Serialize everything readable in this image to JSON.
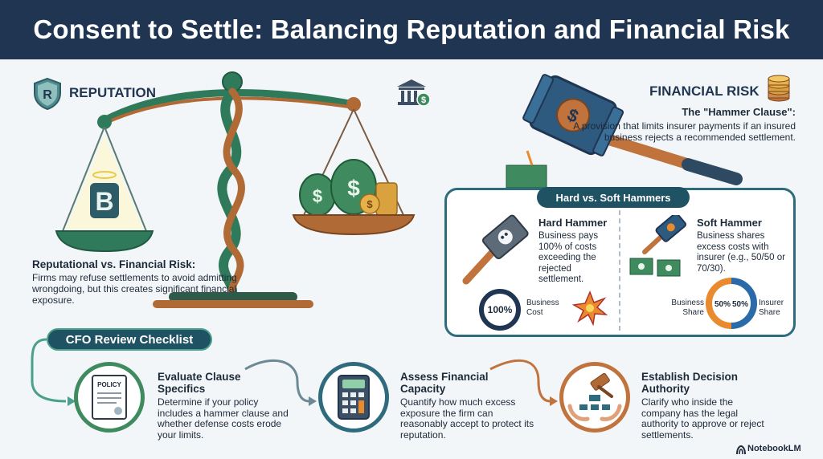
{
  "header": {
    "title": "Consent to Settle: Balancing Reputation and Financial Risk"
  },
  "reputation": {
    "label": "REPUTATION",
    "shield_letter": "R",
    "title": "Reputational vs. Financial Risk:",
    "description": "Firms may refuse settlements to avoid admitting wrongdoing, but this creates significant financial exposure.",
    "brand_letter": "B"
  },
  "financial": {
    "label": "FINANCIAL RISK",
    "hammer_clause_title": "The \"Hammer Clause\":",
    "hammer_clause_desc": "A provision that limits insurer payments if an insured business rejects a recommended settlement."
  },
  "hammers": {
    "header": "Hard vs. Soft Hammers",
    "hard": {
      "title": "Hard Hammer",
      "description": "Business pays 100% of costs exceeding the rejected settlement.",
      "percent": "100%",
      "cost_label": "Business Cost"
    },
    "soft": {
      "title": "Soft Hammer",
      "description": "Business shares excess costs with insurer (e.g., 50/50 or 70/30).",
      "business_pct": "50%",
      "insurer_pct": "50%",
      "business_label": "Business Share",
      "insurer_label": "Insurer Share"
    }
  },
  "checklist": {
    "header": "CFO Review Checklist",
    "steps": [
      {
        "title": "Evaluate Clause Specifics",
        "description": "Determine if your policy includes a hammer clause and whether defense costs erode your limits.",
        "icon_text": "POLICY"
      },
      {
        "title": "Assess Financial Capacity",
        "description": "Quantify how much excess exposure the firm can reasonably accept to protect its reputation."
      },
      {
        "title": "Establish Decision Authority",
        "description": "Clarify who inside the company has the legal authority to approve or reject settlements."
      }
    ]
  },
  "footer": {
    "brand": "NotebookLM"
  },
  "colors": {
    "navy": "#1f3552",
    "teal": "#2e6c7d",
    "green": "#3f8a5e",
    "copper": "#c0733c",
    "blue_share": "#2b6aa8",
    "orange_share": "#e98a2e"
  }
}
